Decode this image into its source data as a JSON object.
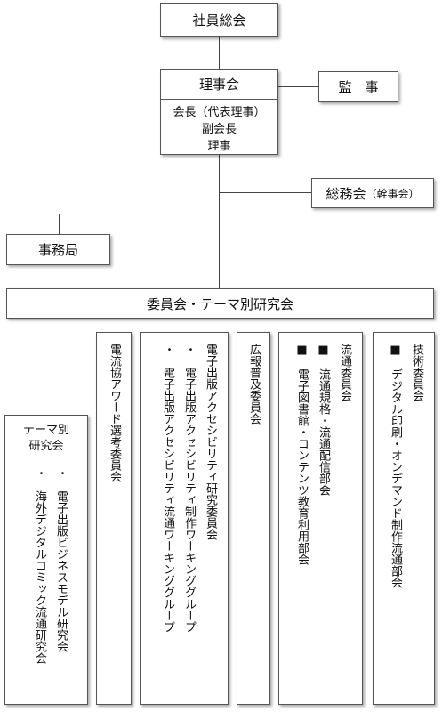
{
  "assembly": "社員総会",
  "board": {
    "title": "理事会",
    "members": [
      "会長（代表理事）",
      "副会長",
      "理事"
    ]
  },
  "auditor": "監　事",
  "general_affairs": {
    "title": "総務会",
    "note": "（幹事会）"
  },
  "secretariat": "事務局",
  "committees_bar": "委員会・テーマ別研究会",
  "columns": {
    "theme": {
      "title": [
        "テーマ別",
        "研究会"
      ],
      "items": [
        "・　電子出版ビジネスモデル研究会",
        "・　海外デジタルコミック流通研究会"
      ]
    },
    "award": {
      "title": "電流協アワード選考委員会"
    },
    "accessibility": {
      "title": "電子出版アクセシビリティ研究委員会",
      "items": [
        "・　電子出版アクセシビリティ制作ワーキンググループ",
        "・　電子出版アクセシビリティ流通ワーキンググループ"
      ]
    },
    "pr": {
      "title": "広報普及委員会"
    },
    "distribution": {
      "title": "流通委員会",
      "items": [
        "■　流通規格・流通配信部会",
        "■　電子図書館・コンテンツ教育利用部会"
      ]
    },
    "technical": {
      "title": "技術委員会",
      "items": [
        "■　デジタル印刷・オンデマンド制作流通部会"
      ]
    }
  }
}
